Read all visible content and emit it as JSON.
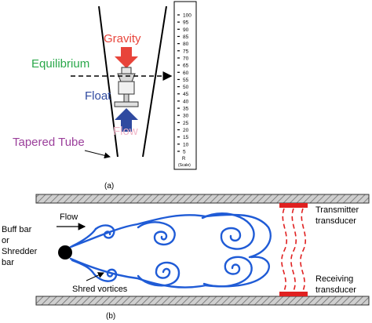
{
  "panel_a": {
    "caption": "(a)",
    "labels": {
      "gravity": "Gravity",
      "equilibrium": "Equilibrium",
      "float": "Float",
      "flow": "Flow",
      "tapered_tube": "Tapered Tube"
    },
    "scale": {
      "ticks": [
        "100",
        "95",
        "90",
        "85",
        "80",
        "75",
        "70",
        "65",
        "60",
        "55",
        "50",
        "45",
        "40",
        "35",
        "30",
        "25",
        "20",
        "15",
        "10",
        "5"
      ],
      "bottom_label": "R",
      "bottom_sublabel": "(Scale)"
    },
    "colors": {
      "gravity": "#e8443a",
      "equilibrium": "#2aa84a",
      "float": "#2f4aa0",
      "flow": "#f0b6c8",
      "tapered_tube": "#9b3f9b"
    }
  },
  "panel_b": {
    "caption": "(b)",
    "labels": {
      "bluff_bar": [
        "Buff bar",
        "or",
        "Shredder",
        "bar"
      ],
      "flow": "Flow",
      "shred_vortices": "Shred vortices",
      "transmitter": [
        "Transmitter",
        "transducer"
      ],
      "receiver": [
        "Receiving",
        "transducer"
      ]
    },
    "colors": {
      "vortex": "#1f5bd6",
      "signal": "#e02020",
      "transducer": "#e02020"
    }
  }
}
